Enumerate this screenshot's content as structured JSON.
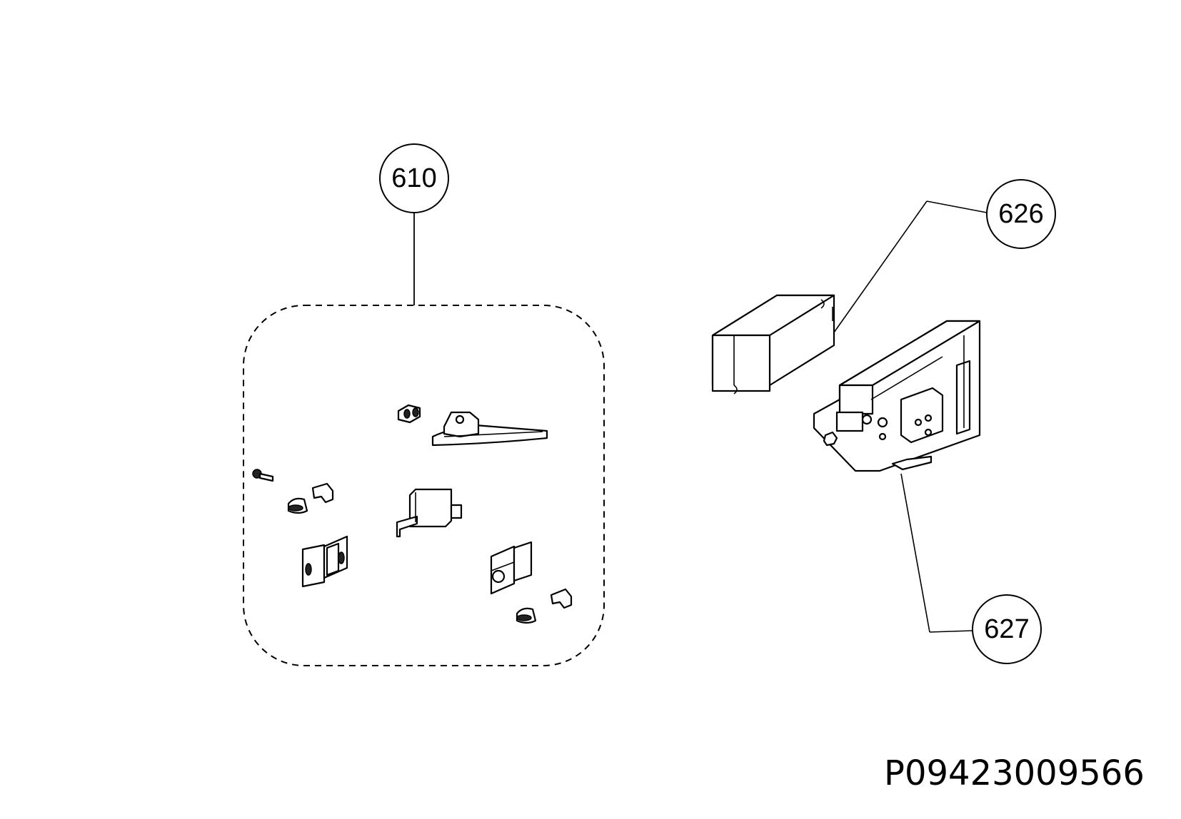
{
  "diagram": {
    "callouts": [
      {
        "id": "610",
        "label": "610"
      },
      {
        "id": "626",
        "label": "626"
      },
      {
        "id": "627",
        "label": "627"
      }
    ],
    "reference_code": "P09423009566",
    "colors": {
      "line": "#000000",
      "background": "#ffffff"
    }
  }
}
